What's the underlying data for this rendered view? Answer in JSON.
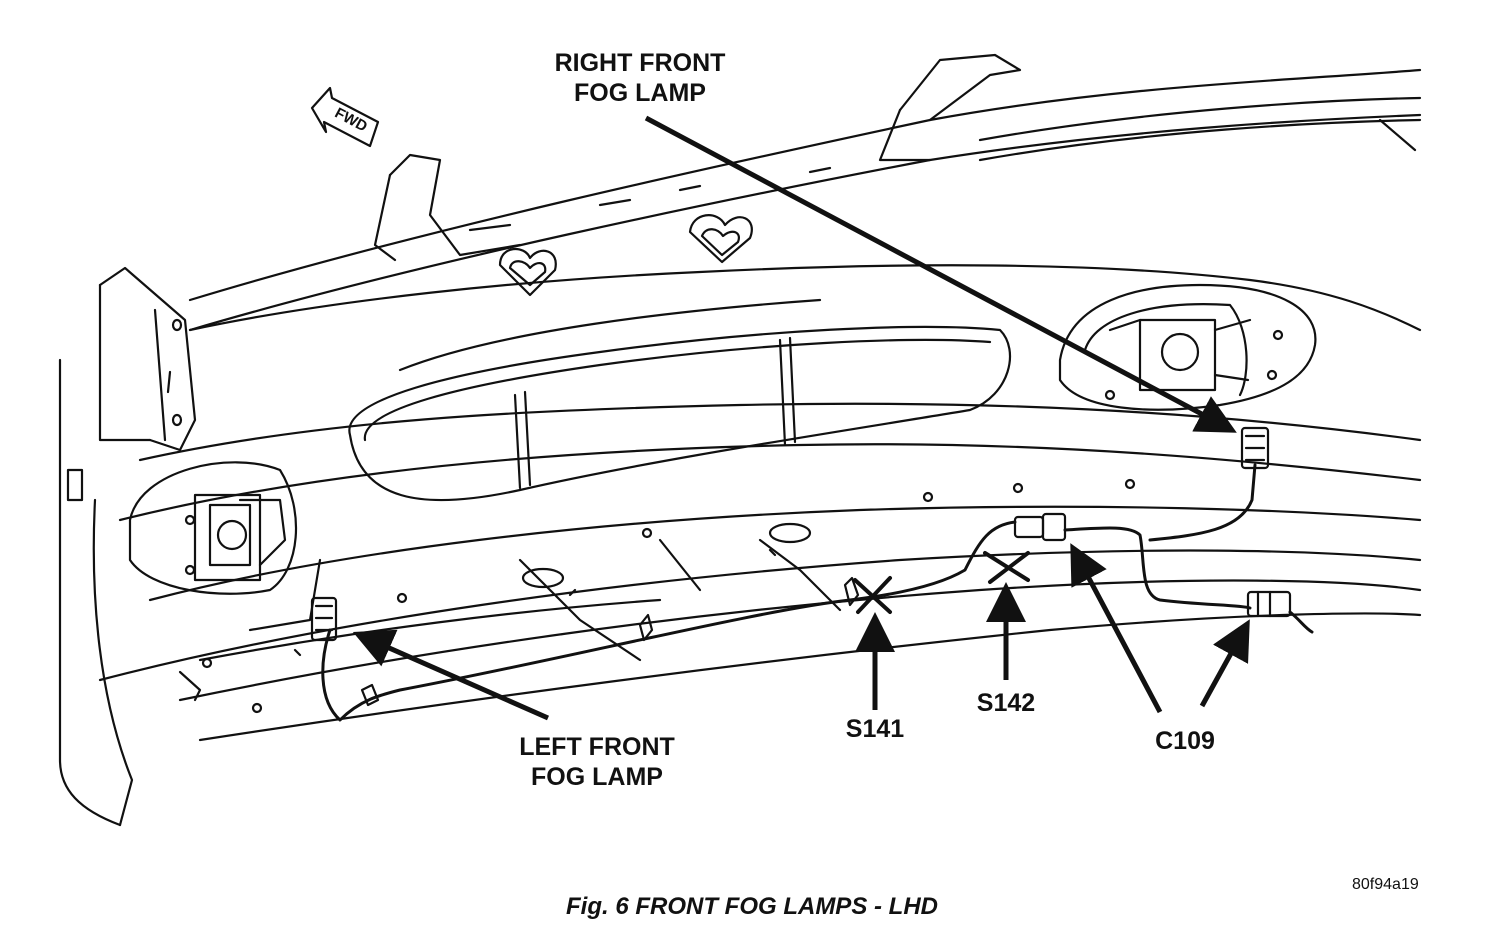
{
  "callouts": {
    "right_fog_lamp_line1": "RIGHT FRONT",
    "right_fog_lamp_line2": "FOG LAMP",
    "left_fog_lamp_line1": "LEFT FRONT",
    "left_fog_lamp_line2": "FOG LAMP",
    "splice_s141": "S141",
    "splice_s142": "S142",
    "connector_c109": "C109"
  },
  "direction_marker": "FWD",
  "caption": "Fig. 6 FRONT FOG LAMPS - LHD",
  "figure_code": "80f94a19",
  "colors": {
    "ink": "#111111",
    "paper": "#ffffff"
  }
}
